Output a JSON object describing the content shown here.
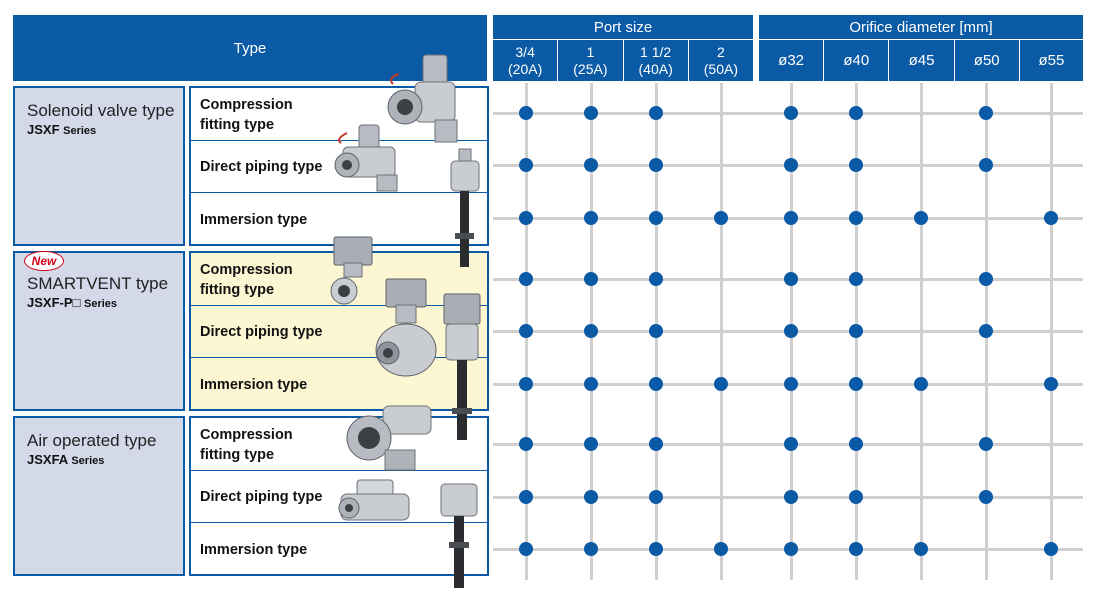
{
  "header": {
    "type_label": "Type",
    "port_size": {
      "title": "Port size",
      "columns": [
        {
          "line1": "3/4",
          "line2": "(20A)"
        },
        {
          "line1": "1",
          "line2": "(25A)"
        },
        {
          "line1": "1 1/2",
          "line2": "(40A)"
        },
        {
          "line1": "2",
          "line2": "(50A)"
        }
      ]
    },
    "orifice": {
      "title": "Orifice diameter [mm]",
      "columns": [
        "ø32",
        "ø40",
        "ø45",
        "ø50",
        "ø55"
      ]
    }
  },
  "groups": [
    {
      "name": "Solenoid valve type",
      "code": "JSXF",
      "suffix": "Series",
      "badge": "",
      "rows": [
        {
          "label_lines": [
            "Compression",
            "fitting type"
          ],
          "marks": [
            1,
            1,
            1,
            0,
            1,
            1,
            0,
            1,
            0
          ]
        },
        {
          "label_lines": [
            "Direct piping type"
          ],
          "marks": [
            1,
            1,
            1,
            0,
            1,
            1,
            0,
            1,
            0
          ]
        },
        {
          "label_lines": [
            "Immersion type"
          ],
          "marks": [
            1,
            1,
            1,
            1,
            1,
            1,
            1,
            0,
            1
          ]
        }
      ]
    },
    {
      "name": "SMARTVENT type",
      "code": "JSXF-P□",
      "suffix": "Series",
      "badge": "New",
      "rows": [
        {
          "label_lines": [
            "Compression",
            "fitting type"
          ],
          "marks": [
            1,
            1,
            1,
            0,
            1,
            1,
            0,
            1,
            0
          ]
        },
        {
          "label_lines": [
            "Direct piping type"
          ],
          "marks": [
            1,
            1,
            1,
            0,
            1,
            1,
            0,
            1,
            0
          ]
        },
        {
          "label_lines": [
            "Immersion type"
          ],
          "marks": [
            1,
            1,
            1,
            1,
            1,
            1,
            1,
            0,
            1
          ]
        }
      ]
    },
    {
      "name": "Air operated type",
      "code": "JSXFA",
      "suffix": "Series",
      "badge": "",
      "rows": [
        {
          "label_lines": [
            "Compression",
            "fitting type"
          ],
          "marks": [
            1,
            1,
            1,
            0,
            1,
            1,
            0,
            1,
            0
          ]
        },
        {
          "label_lines": [
            "Direct piping type"
          ],
          "marks": [
            1,
            1,
            1,
            0,
            1,
            1,
            0,
            1,
            0
          ]
        },
        {
          "label_lines": [
            "Immersion type"
          ],
          "marks": [
            1,
            1,
            1,
            1,
            1,
            1,
            1,
            0,
            1
          ]
        }
      ]
    }
  ],
  "images": [
    "compression-fitting-valve-image",
    "direct-piping-valve-image",
    "immersion-valve-image",
    "smartvent-compression-valve-image",
    "smartvent-direct-piping-valve-image",
    "smartvent-immersion-valve-image",
    "air-operated-compression-valve-image",
    "air-operated-direct-piping-valve-image",
    "air-operated-immersion-valve-image"
  ],
  "colors": {
    "header": "#0b5aa5",
    "series_box": "#d4d9ea",
    "highlight": "#fcf6d2",
    "dot": "#0b5aa5",
    "grid": "#cfcfcf",
    "badge": "#d0021b"
  }
}
